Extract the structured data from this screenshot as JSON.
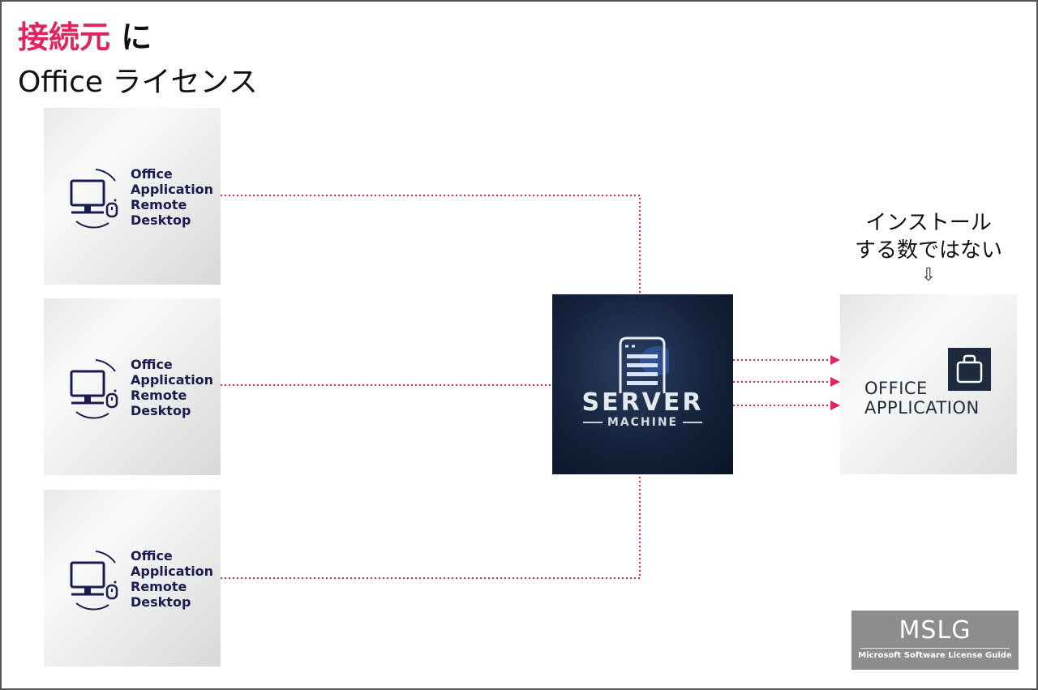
{
  "heading": {
    "accent": "接続元",
    "particle": "に",
    "line2": "Office ライセンス"
  },
  "clients": [
    {
      "label": "Office\nApplication\nRemote\nDesktop",
      "icon": "desktop-computer-lock-icon"
    },
    {
      "label": "Office\nApplication\nRemote\nDesktop",
      "icon": "desktop-computer-lock-icon"
    },
    {
      "label": "Office\nApplication\nRemote\nDesktop",
      "icon": "desktop-computer-lock-icon"
    }
  ],
  "server": {
    "title": "SERVER",
    "subtitle": "MACHINE",
    "icon": "server-rack-icon"
  },
  "application": {
    "label": "OFFICE\nAPPLICATION",
    "icon": "briefcase-icon"
  },
  "note": {
    "line1": "インストール",
    "line2": "する数ではない",
    "arrow": "⇩"
  },
  "brand": {
    "title": "MSLG",
    "subtitle": "Microsoft Software License Guide"
  },
  "colors": {
    "accent": "#e0245e",
    "connector": "#e0245e",
    "navy": "#1a1c4f",
    "server_bg": "#14223b",
    "brand_bg": "#8d8d8d"
  }
}
